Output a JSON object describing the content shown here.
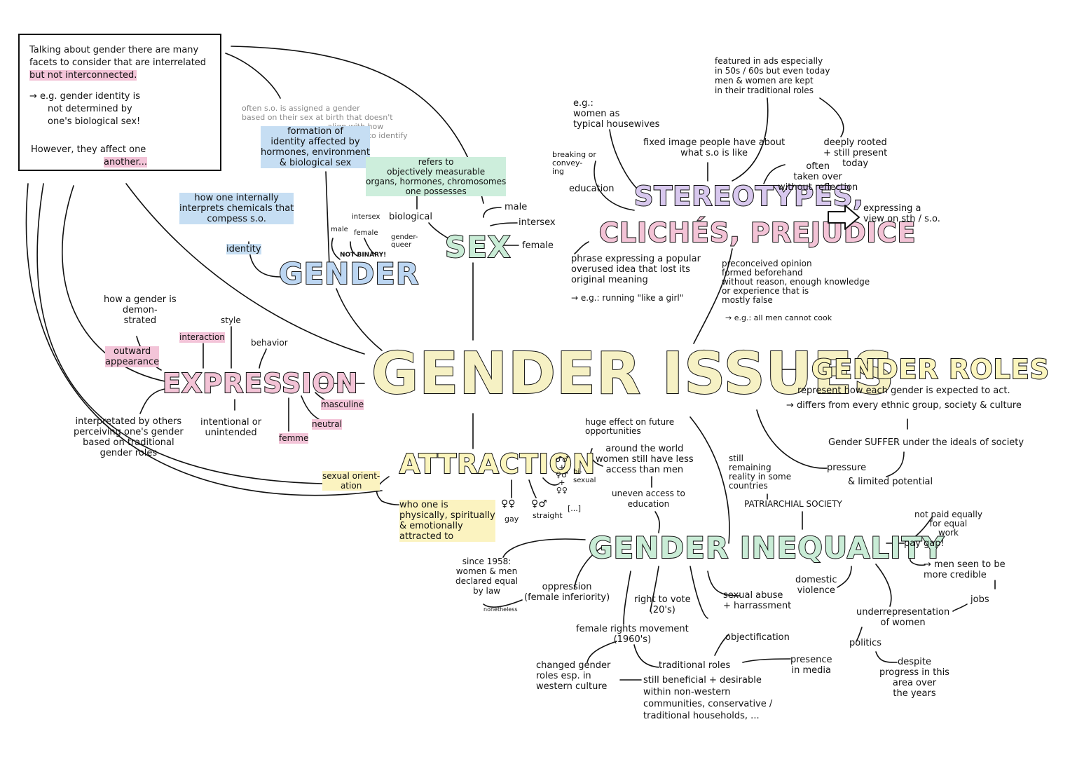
{
  "intro": {
    "line1": "Talking about gender there are many",
    "line2": "facets to consider that are interrelated",
    "line3": "but not interconnected.",
    "eg1": "→ e.g. gender identity is",
    "eg2": "not determined by",
    "eg3": "one's biological sex!",
    "however1": "However, they affect one",
    "however2": "another..."
  },
  "center": {
    "title": "GENDER ISSUES"
  },
  "gender": {
    "title": "GENDER",
    "grey_note": "often s.o. is assigned a gender\nbased on their sex at birth that doesn't\n                                   align with how\n                                  they come to identify",
    "formation": "formation of\nidentity affected by\nhormones, environment\n& biological sex",
    "identity_def": "how one internally\ninterprets chemicals that\ncompess s.o.",
    "identity": "identity",
    "male": "male",
    "intersex": "intersex",
    "female": "female",
    "genderqueer": "gender-\nqueer",
    "not_binary": "NOT BINARY!"
  },
  "sex": {
    "title": "SEX",
    "refers": "refers to\nobjectively measurable\norgans, hormones, chromosomes\none possesses",
    "biological": "biological",
    "male": "male",
    "intersex": "intersex",
    "female": "female"
  },
  "stereotypes": {
    "title1": "STEREOTYPES,",
    "title2": "CLICHÉS, PREJUDICE",
    "eg_women": "e.g.:\nwomen as\ntypical housewives",
    "featured": "featured in ads especially\nin 50s / 60s but even today\nmen & women are kept\nin their traditional roles",
    "breaking": "breaking or\nconvey-\ning",
    "education": "education",
    "fixed_image": "fixed image people have about\nwhat s.o is like",
    "deeply_rooted": "deeply rooted\n+ still present\ntoday",
    "often_taken": "often\ntaken over\nwithout reflection",
    "expressing_view": "expressing a\nview on sth / s.o.",
    "phrase": "phrase expressing a popular\noverused idea that lost its\noriginal meaning",
    "phrase_eg": "→ e.g.: running \"like a girl\"",
    "preconceived": "preconceived opinion\nformed beforehand\nwithout reason, enough knowledge\nor experience that is\nmostly false",
    "preconceived_eg": "→ e.g.: all men cannot cook"
  },
  "expression": {
    "title": "EXPRESSION",
    "how_demonstrated": "how a gender is\ndemon-\nstrated",
    "style": "style",
    "interaction": "interaction",
    "behavior": "behavior",
    "outward": "outward\nappearance",
    "masculine": "masculine",
    "neutral": "neutral",
    "femme": "femme",
    "intentional": "intentional or\nunintended",
    "interpreted": "interpretated by others\nperceiving one's gender\nbased on traditional\ngender roles"
  },
  "gender_roles": {
    "title": "GENDER ROLES",
    "represent": "represent how each gender is expected to act.",
    "differs": "→ differs from every ethnic group, society & culture",
    "suffer": "Gender SUFFER under the ideals of society",
    "pressure": "pressure",
    "limited": "& limited potential"
  },
  "attraction": {
    "title": "ATTRACTION",
    "orientation": "sexual orient-\nation",
    "who": "who one is\nphysically, spiritually\n& emotionally\nattracted to",
    "gay_symbols": "♀♀",
    "gay": "gay",
    "straight_symbols": "♀♂",
    "straight": "straight",
    "more": "[...]",
    "bi_symbols": "♂♂\n+\n♀♂\n+\n♀♀",
    "bisexual": "bi-\nsexual"
  },
  "inequality": {
    "title": "GENDER INEQUALITY",
    "huge_effect": "huge effect on future\nopportunities",
    "around_world": "around the world\nwomen still have less\naccess than men",
    "uneven": "uneven access to\neducation",
    "still_remaining": "still\nremaining\nreality in some\ncountries",
    "patriarchial": "PATRIARCHIAL SOCIETY",
    "not_paid": "not paid equally\nfor equal\nwork",
    "pay_gap": "pay gap!",
    "men_credible": "→ men seen to be\nmore credible",
    "jobs": "jobs",
    "underrep": "underrepresentation\nof women",
    "politics": "politics",
    "despite": "despite\nprogress in this\narea over\nthe years",
    "domestic": "domestic\nviolence",
    "sexual_abuse": "sexual abuse\n+ harrassment",
    "objectification": "objectification",
    "presence": "presence\nin media",
    "traditional": "traditional roles",
    "still_beneficial": "still beneficial + desirable\nwithin non-western\ncommunities, conservative /\ntraditional households, ...",
    "since_1958": "since 1958:\nwomen & men\ndeclared equal\nby law",
    "nonetheless": "nonetheless",
    "oppression": "oppression\n(female inferiority)",
    "right_vote": "right to vote\n(20's)",
    "female_rights": "female rights movement\n(1960's)",
    "changed": "changed gender\nroles esp. in\nwestern culture"
  },
  "colors": {
    "blue": "#bcd6f2",
    "green": "#c9ecd6",
    "yellow": "#fbf5bd",
    "pink": "#f3c3d6",
    "purple": "#d8c8ee"
  }
}
